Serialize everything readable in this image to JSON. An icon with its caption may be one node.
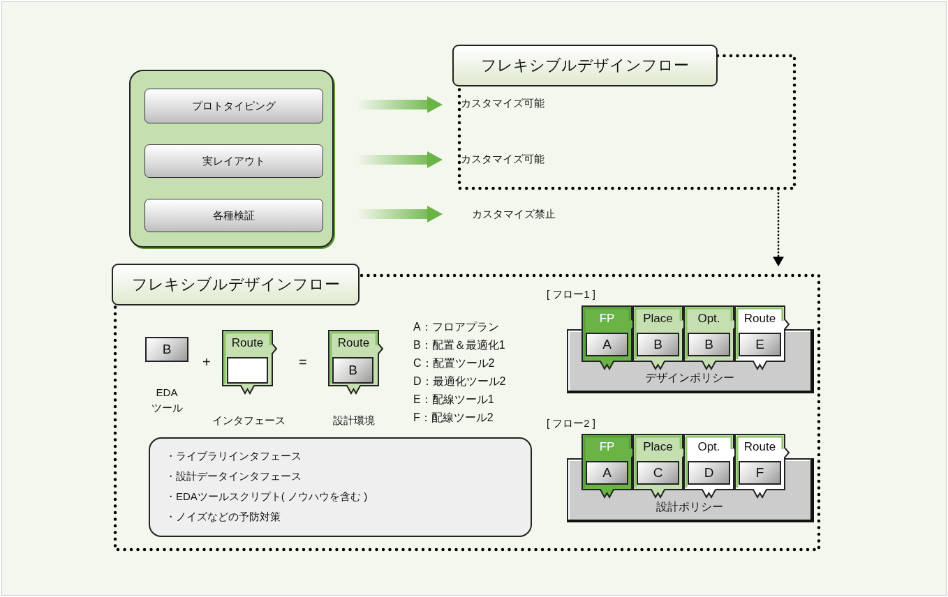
{
  "diagram": {
    "nodes": [
      {
        "text": [],
        "shape": "box"
      },
      {
        "text": [
          "プロトタイピング"
        ],
        "in": 0
      },
      {
        "text": [
          "実レイアウト"
        ],
        "in": 0
      },
      {
        "text": [
          "各種検証"
        ],
        "in": 0
      },
      {
        "text": [
          "フレキシブルデザインフロー"
        ]
      },
      {
        "text": [
          "カスタマイズ可能"
        ],
        "in": 4
      },
      {
        "text": [
          "カスタマイズ可能"
        ],
        "in": 4
      },
      {
        "text": [
          "カスタマイズ禁止"
        ]
      },
      {
        "text": [
          "フレキシブルデザインフロー"
        ]
      },
      {
        "text": [
          "B"
        ],
        "in": 8
      },
      {
        "text": [
          "Route"
        ],
        "in": 8
      },
      {
        "text": [
          "Route"
        ],
        "in": 8
      },
      {
        "text": [
          "B"
        ],
        "in": 11
      },
      {
        "text": [
          "・ライブラリインタフェース",
          "・設計データインタフェース",
          "・EDAツールスクリプト( ノウハウを含む )",
          "・ノイズなどの予防対策"
        ],
        "in": 8
      },
      {
        "text": [
          "デザインポリシー"
        ],
        "in": 8
      },
      {
        "text": [
          "FP"
        ],
        "in": 8
      },
      {
        "text": [
          "A"
        ]
      },
      {
        "text": [
          "Place"
        ],
        "in": 8
      },
      {
        "text": [
          "B"
        ]
      },
      {
        "text": [
          "Opt."
        ],
        "in": 8
      },
      {
        "text": [
          "B"
        ]
      },
      {
        "text": [
          "Route"
        ],
        "in": 8
      },
      {
        "text": [
          "E"
        ]
      },
      {
        "text": [
          "設計ポリシー"
        ],
        "in": 8
      },
      {
        "text": [
          "FP"
        ],
        "in": 8
      },
      {
        "text": [
          "A"
        ]
      },
      {
        "text": [
          "Place"
        ],
        "in": 8
      },
      {
        "text": [
          "C"
        ]
      },
      {
        "text": [
          "Opt."
        ],
        "in": 8
      },
      {
        "text": [
          "D"
        ]
      },
      {
        "text": [
          "Route"
        ],
        "in": 8
      },
      {
        "text": [
          "F"
        ]
      }
    ],
    "edges": [
      {
        "from": 1,
        "to": 5,
        "arrow": "to"
      },
      {
        "from": 2,
        "to": 6,
        "arrow": "to"
      },
      {
        "from": 3,
        "to": 7,
        "arrow": "to"
      },
      {
        "from": 4,
        "to": 8,
        "arrow": "to",
        "style": "dashed",
        "color": "#000000"
      }
    ],
    "labels": [
      "[ フロー1 ]",
      "A：フロアプラン",
      "B：配置＆最適化1",
      "+",
      "=",
      "C：配置ツール2",
      "D：最適化ツール2",
      "EDAツール",
      "インタフェース",
      "設計環境",
      "E：配線ツール1",
      "F：配線ツール2",
      "[ フロー2 ]"
    ]
  }
}
